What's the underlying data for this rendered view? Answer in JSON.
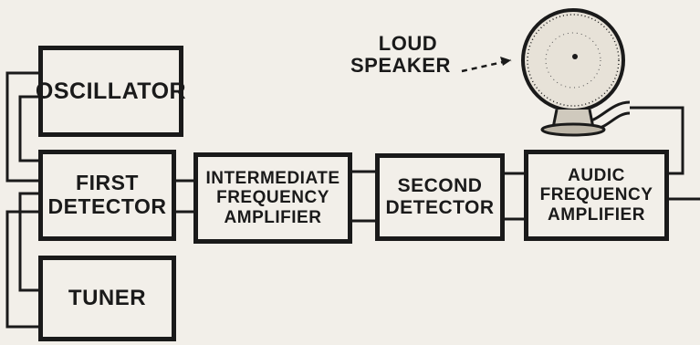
{
  "blocks": {
    "oscillator": "OSCILLATOR",
    "first_detector": [
      "FIRST",
      "DETECTOR"
    ],
    "tuner": "TUNER",
    "if_amplifier": [
      "INTERMEDIATE",
      "FREQUENCY",
      "AMPLIFIER"
    ],
    "second_detector": [
      "SECOND",
      "DETECTOR"
    ],
    "audio_amplifier": [
      "AUDIC",
      "FREQUENCY",
      "AMPLIFIER"
    ]
  },
  "speaker_label": [
    "LOUD",
    "SPEAKER"
  ]
}
